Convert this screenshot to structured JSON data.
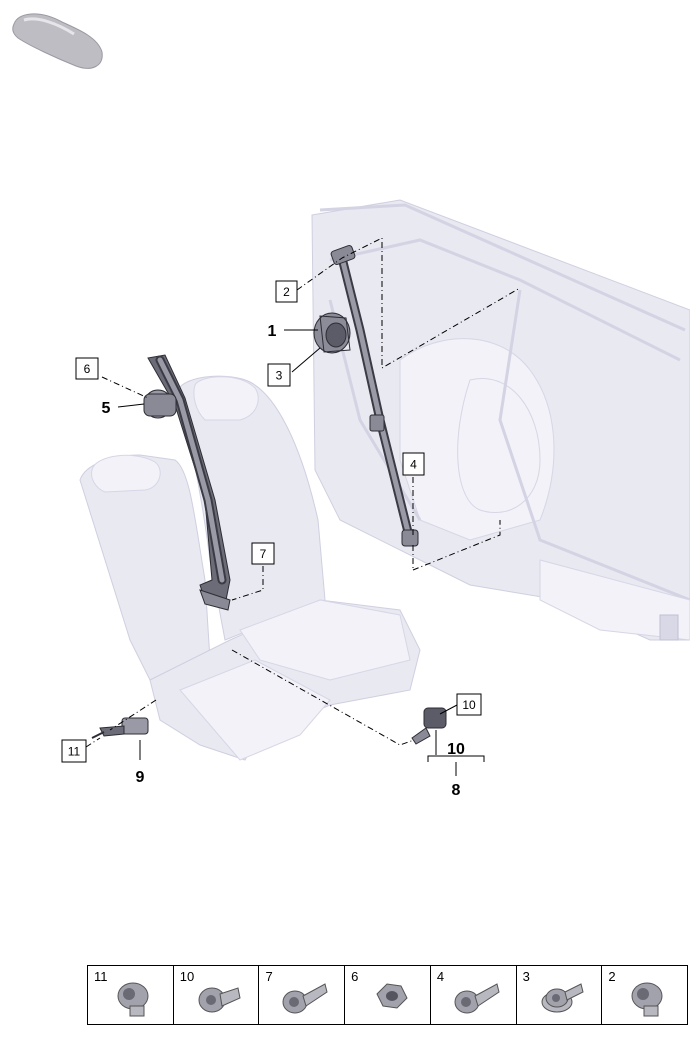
{
  "callouts": {
    "boxed": [
      "2",
      "3",
      "6",
      "4",
      "7",
      "10",
      "11"
    ],
    "bold": [
      "1",
      "5",
      "9",
      "10",
      "8"
    ]
  },
  "bolt_table": {
    "cells": [
      {
        "label": "11",
        "icon": "torx-bolt-short-icon"
      },
      {
        "label": "10",
        "icon": "torx-bolt-medium-icon"
      },
      {
        "label": "7",
        "icon": "torx-bolt-long-icon"
      },
      {
        "label": "6",
        "icon": "hex-nut-icon"
      },
      {
        "label": "4",
        "icon": "torx-bolt-long-icon"
      },
      {
        "label": "3",
        "icon": "torx-flange-bolt-icon"
      },
      {
        "label": "2",
        "icon": "torx-bolt-short-icon"
      }
    ]
  },
  "colors": {
    "ghost_body": "#e9e9f2",
    "part_dark": "#3b3b45",
    "line": "#000000"
  }
}
